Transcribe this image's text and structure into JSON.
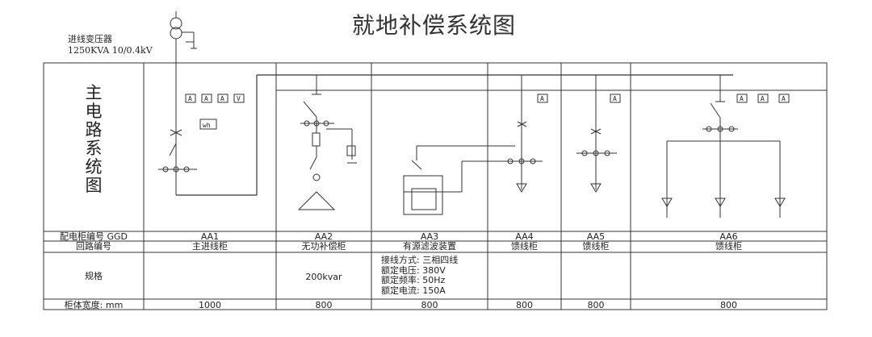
{
  "title": "就地补偿系统图",
  "transformer": {
    "label": "进线变压器",
    "spec": "1250KVA 10/0.4kV"
  },
  "main_circuit_label": [
    "主",
    "电",
    "路",
    "系",
    "统",
    "图"
  ],
  "table": {
    "row_headers": {
      "cabinet_no": "配电柜编号 GGD",
      "circuit_no": "回路编号",
      "spec": "规格",
      "width": "柜体宽度: mm"
    },
    "cabinets": [
      {
        "id": "AA1",
        "circuit": "主进线柜",
        "spec": "",
        "width": "1000"
      },
      {
        "id": "AA2",
        "circuit": "无功补偿柜",
        "spec": "200kvar",
        "width": "800"
      },
      {
        "id": "AA3",
        "circuit": "有源滤波装置",
        "spec_lines": [
          "接线方式: 三相四线",
          "额定电压: 380V",
          "额定频率: 50Hz",
          "额定电流: 150A"
        ],
        "width": "800"
      },
      {
        "id": "AA4",
        "circuit": "馈线柜",
        "spec": "",
        "width": "800"
      },
      {
        "id": "AA5",
        "circuit": "馈线柜",
        "spec": "",
        "width": "800"
      },
      {
        "id": "AA6",
        "circuit": "馈线柜",
        "spec": "",
        "width": "800"
      }
    ]
  },
  "meters": {
    "ammeter": "A",
    "voltmeter": "V",
    "energy_meter": "wh"
  }
}
